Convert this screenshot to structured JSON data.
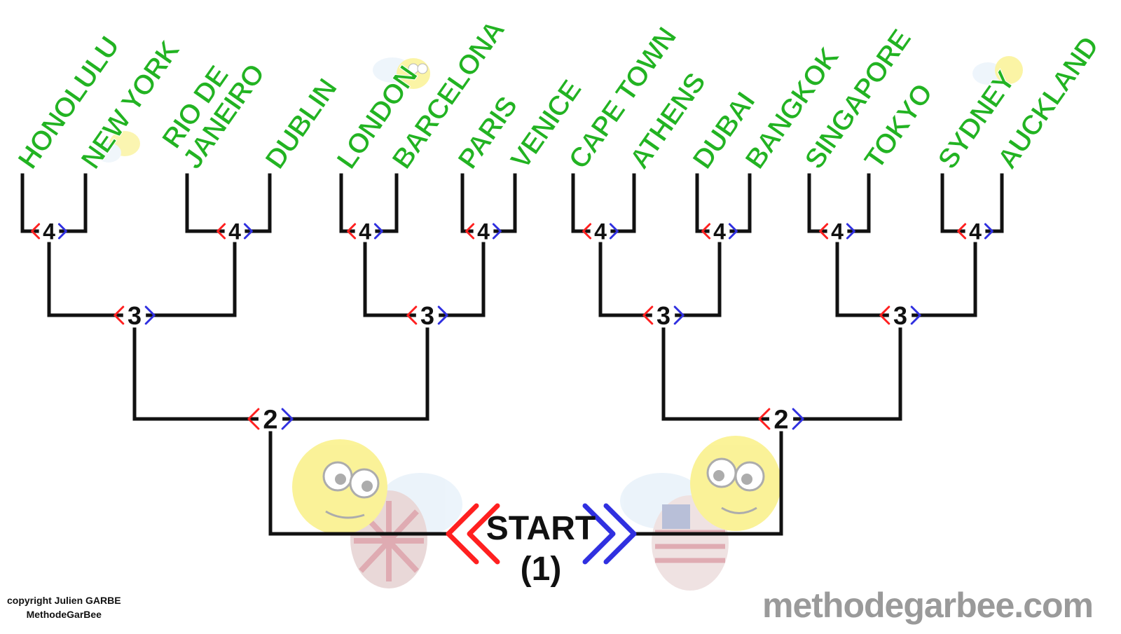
{
  "leaves": [
    {
      "label": [
        "HONOLULU"
      ]
    },
    {
      "label": [
        "NEW YORK"
      ]
    },
    {
      "label": [
        "RIO DE",
        "JANEIRO"
      ]
    },
    {
      "label": [
        "DUBLIN"
      ]
    },
    {
      "label": [
        "LONDON"
      ]
    },
    {
      "label": [
        "BARCELONA"
      ]
    },
    {
      "label": [
        "PARIS"
      ]
    },
    {
      "label": [
        "VENICE"
      ]
    },
    {
      "label": [
        "CAPE TOWN"
      ]
    },
    {
      "label": [
        "ATHENS"
      ]
    },
    {
      "label": [
        "DUBAI"
      ]
    },
    {
      "label": [
        "BANGKOK"
      ]
    },
    {
      "label": [
        "SINGAPORE"
      ]
    },
    {
      "label": [
        "TOKYO"
      ]
    },
    {
      "label": [
        "SYDNEY"
      ]
    },
    {
      "label": [
        "AUCKLAND"
      ]
    }
  ],
  "round_labels": {
    "r4": "4",
    "r3": "3",
    "r2": "2"
  },
  "start": {
    "label": "START",
    "sub": "(1)"
  },
  "footer": {
    "copyright_line1": "copyright Julien GARBE",
    "copyright_line2": "MethodeGarBee",
    "website": "methodegarbee.com"
  },
  "colors": {
    "label_green": "#22b322",
    "left_arrow": "#ff2020",
    "right_arrow": "#3030e0",
    "lines": "#111111",
    "website_gray": "#9a9a9a"
  },
  "icons": [
    "bee-mascot-icon",
    "uk-flag-bee-icon",
    "us-flag-bee-icon"
  ]
}
